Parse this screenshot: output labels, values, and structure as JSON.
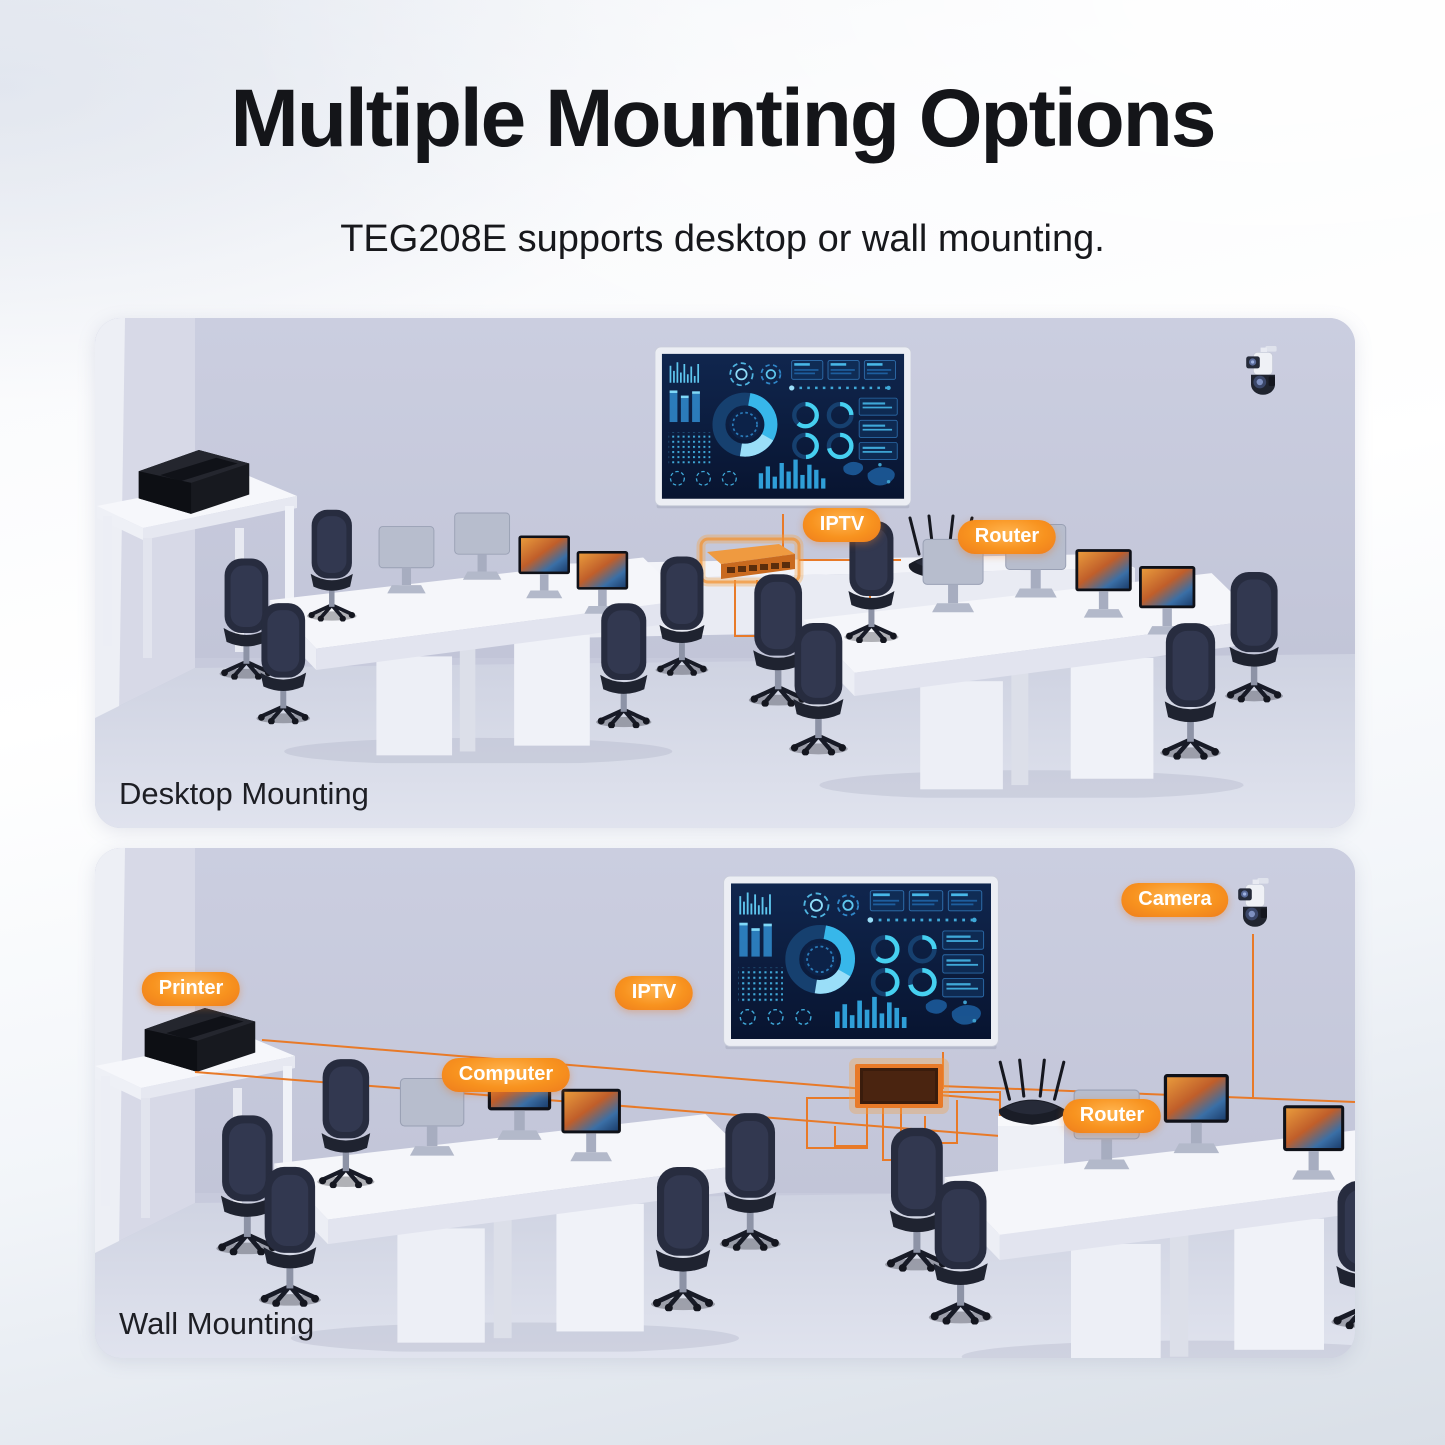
{
  "page": {
    "title": "Multiple Mounting Options",
    "subtitle": "TEG208E supports desktop or wall mounting."
  },
  "colors": {
    "badge_orange": "#EE7C1C",
    "badge_orange_light": "#FFB44F",
    "cable_orange": "#E87A28",
    "title_text": "#141519",
    "caption_text": "#1D1E24",
    "tv_screen_navy": "#0C2248",
    "dashboard_cyan": "#37B7EA",
    "room_wall": "#C7CADC",
    "room_floor": "#DCDFEA"
  },
  "panels": [
    {
      "caption": "Desktop Mounting",
      "badges": [
        {
          "label": "IPTV"
        },
        {
          "label": "Router"
        }
      ],
      "devices": [
        "tv-dashboard",
        "desktop-switch",
        "wifi-router",
        "security-camera",
        "printer",
        "office-desks"
      ]
    },
    {
      "caption": "Wall Mounting",
      "badges": [
        {
          "label": "Printer"
        },
        {
          "label": "Computer"
        },
        {
          "label": "IPTV"
        },
        {
          "label": "Camera"
        },
        {
          "label": "Router"
        }
      ],
      "devices": [
        "printer",
        "computer-monitors",
        "tv-dashboard",
        "security-camera",
        "wall-mounted-switch",
        "wifi-router",
        "office-desks"
      ]
    }
  ]
}
